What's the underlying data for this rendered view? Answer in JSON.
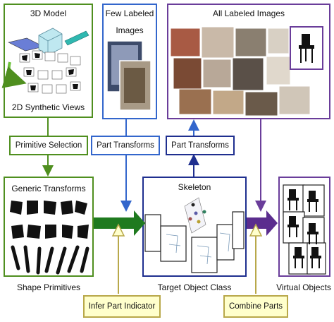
{
  "boxes": {
    "model": {
      "title": "3D Model",
      "subtitle": "2D Synthetic Views"
    },
    "few": {
      "title_line1": "Few Labeled",
      "title_line2": "Images"
    },
    "all": {
      "title": "All Labeled Images"
    },
    "generic": {
      "title": "Generic Transforms"
    },
    "skeleton": {
      "title": "Skeleton"
    },
    "virtual": {
      "title": ""
    }
  },
  "labels": {
    "primitive_selection": "Primitive Selection",
    "part_transforms_1": "Part Transforms",
    "part_transforms_2": "Part Transforms",
    "infer_part_indicator": "Infer Part Indicator",
    "combine_parts": "Combine Parts",
    "shape_primitives": "Shape Primitives",
    "target_object_class": "Target Object Class",
    "virtual_objects": "Virtual Objects"
  },
  "colors": {
    "green": "#4f8f1f",
    "blue": "#3366cc",
    "navy": "#1f2f8f",
    "purple": "#6a3d9a",
    "arrow_green": "#1f7a1f",
    "arrow_purple": "#5b2d8e",
    "yellow_fill": "#ffffcc",
    "yellow_border": "#b8a84a"
  }
}
